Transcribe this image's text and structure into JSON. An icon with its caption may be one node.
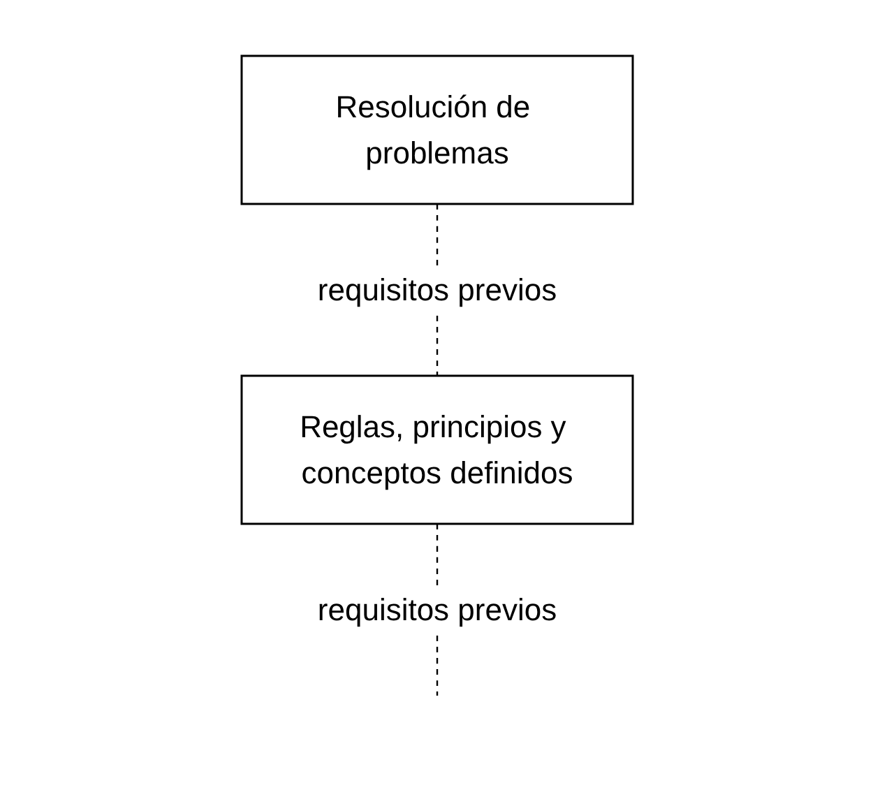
{
  "diagram": {
    "nodes": [
      {
        "text": [
          "Resolución de problemas"
        ]
      },
      {
        "text": [
          "Reglas, principios y conceptos definidos"
        ]
      }
    ],
    "edges": [
      {
        "from": 0,
        "to": 1,
        "arrow": "none",
        "label": "requisitos previos",
        "style": "dashed"
      },
      {
        "from": 1,
        "to": null,
        "arrow": "none",
        "label": "requisitos previos",
        "style": "dashed"
      }
    ]
  }
}
